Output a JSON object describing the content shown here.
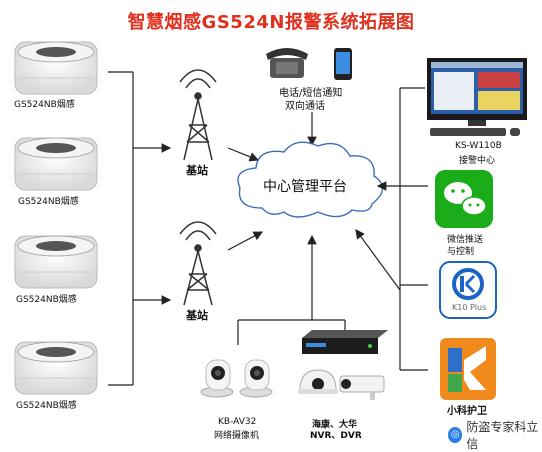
{
  "title": "智慧烟感GS524N报警系统拓展图",
  "detectors": [
    {
      "label": "GS524NB烟感"
    },
    {
      "label": "GS524NB烟感"
    },
    {
      "label": "GS524NB烟感"
    },
    {
      "label": "GS524NB烟感"
    }
  ],
  "base_stations": [
    {
      "label": "基站"
    },
    {
      "label": "基站"
    }
  ],
  "phone_notice": {
    "line1": "电话/短信通知",
    "line2": "双向通话"
  },
  "center": {
    "label": "中心管理平台"
  },
  "alarm_center": {
    "model": "KS-W110B",
    "name": "接警中心"
  },
  "wechat": {
    "line1": "微信推送",
    "line2": "与控制"
  },
  "k10": {
    "label": "K10 Plus"
  },
  "xiaoke": {
    "label": "小科护卫"
  },
  "camera": {
    "model": "KB-AV32",
    "name": "网络摄像机"
  },
  "nvr": {
    "line1": "海康、大华",
    "line2": "NVR、DVR"
  },
  "watermark": {
    "text": "防盗专家科立信"
  },
  "colors": {
    "title": "#e0301e",
    "line": "#222222",
    "wechat": "#1aad19",
    "k10": "#1b63c6",
    "xiaoke": "#f08a1c"
  }
}
